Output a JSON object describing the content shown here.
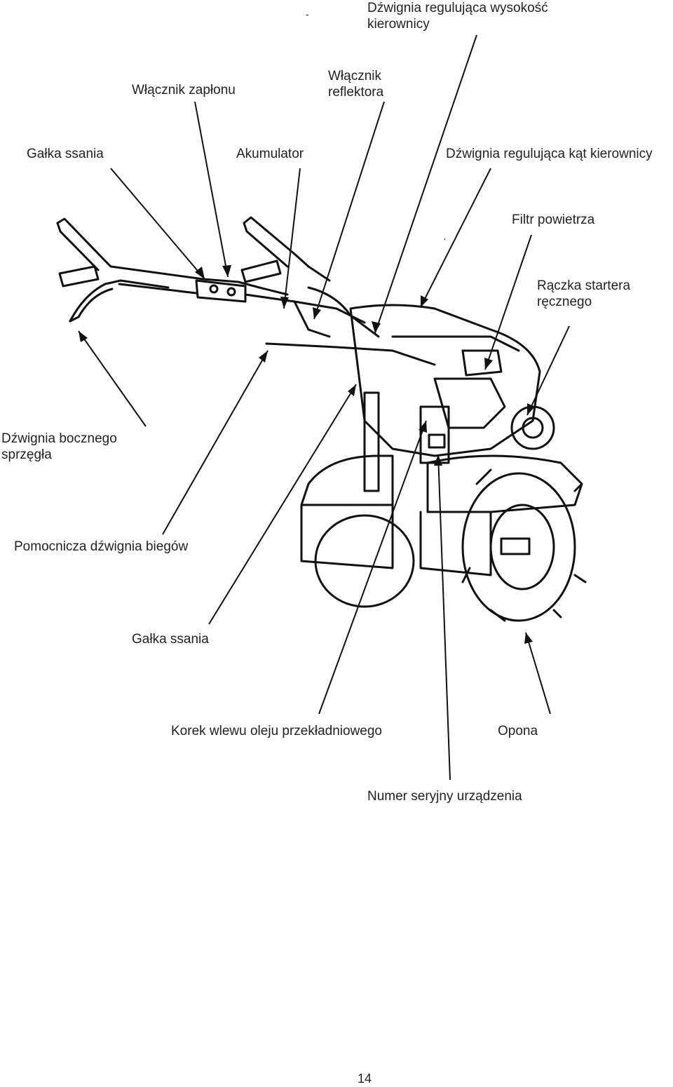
{
  "labels": {
    "steering_height_lever_1": "Dźwignia regulująca wysokość",
    "steering_height_lever_2": "kierownicy",
    "ignition_switch": "Włącznik zapłonu",
    "headlight_switch_1": "Włącznik",
    "headlight_switch_2": "reflektora",
    "choke_knob_top": "Gałka ssania",
    "battery": "Akumulator",
    "steering_angle_lever": "Dźwignia regulująca kąt kierownicy",
    "air_filter": "Filtr powietrza",
    "recoil_starter_1": "Rączka startera",
    "recoil_starter_2": "ręcznego",
    "side_clutch_lever_1": "Dźwignia bocznego",
    "side_clutch_lever_2": "sprzęgła",
    "aux_gear_lever": "Pomocnicza dźwignia biegów",
    "choke_knob_bottom": "Gałka ssania",
    "gear_oil_plug": "Korek wlewu oleju przekładniowego",
    "tire": "Opona",
    "serial_number": "Numer seryjny urządzenia"
  },
  "page_number": "14",
  "colors": {
    "ink": "#111111",
    "text": "#222222",
    "background": "#ffffff"
  }
}
